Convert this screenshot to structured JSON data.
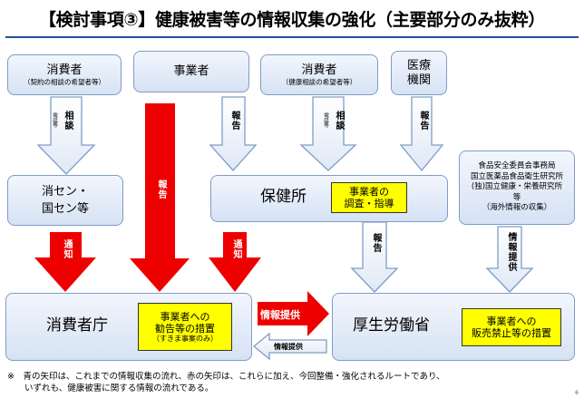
{
  "title": "【検討事項③】健康被害等の情報収集の強化（主要部分のみ抜粋）",
  "nodes": {
    "consumer_contract": {
      "label": "消費者",
      "sub": "（契約の相談の希望者等）"
    },
    "business": {
      "label": "事業者"
    },
    "consumer_health": {
      "label": "消費者",
      "sub": "（健康相談の希望者等）"
    },
    "medical": {
      "label": "医療\n機関"
    },
    "shohi_center": {
      "label": "消セン・\n国セン等"
    },
    "hokenjo": {
      "label": "保健所",
      "note": "事業者の\n調査・指導"
    },
    "info_orgs": {
      "label": "食品安全委員会事務局\n国立医薬品食品衛生研究所\n(独)国立健康・栄養研究所\n等\n（海外情報の収集）"
    },
    "caa": {
      "label": "消費者庁",
      "note": "事業者への\n勧告等の措置",
      "note_sub": "（すきま事案のみ）"
    },
    "mhlw": {
      "label": "厚生労働省",
      "note": "事業者への\n販売禁止等の措置"
    }
  },
  "arrows": {
    "sodan": "相談",
    "denwa": "電話等",
    "hokoku": "報告",
    "tsuchi": "通知",
    "joho_teikyo": "情報提供"
  },
  "footnote": "※　青の矢印は、これまでの情報収集の流れ、赤の矢印は、これらに加え、今回整備・強化されるルートであり、\n　　いずれも、健康被害に関する情報の流れである。",
  "page_number": "6",
  "colors": {
    "red": "#ee0000",
    "blue_fill": "#eef3fb",
    "blue_stroke": "#7f9cc8",
    "note": "#ffff00"
  }
}
